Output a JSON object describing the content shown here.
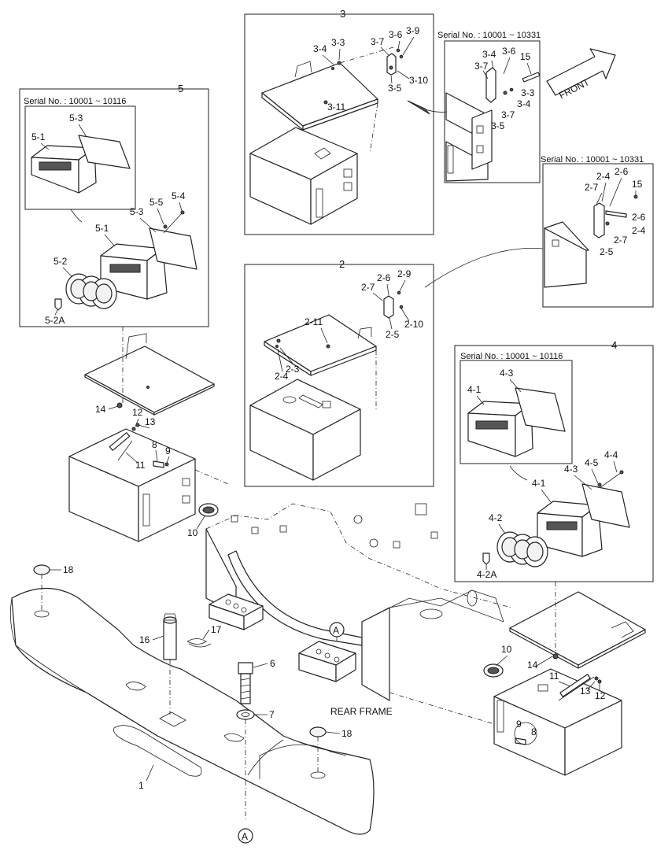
{
  "sections": {
    "s3": "3",
    "s5": "5",
    "s2": "2",
    "s4": "4"
  },
  "serials": {
    "box5": "Serial No. : 10001 ~ 10116",
    "box3": "Serial No. : 10001 ~ 10331",
    "box2": "Serial No. : 10001 ~ 10331",
    "box4": "Serial No. : 10001 ~ 10116"
  },
  "front_label": "FRONT",
  "rear_frame_label": "REAR FRAME",
  "ref_mark": "A",
  "callouts": {
    "c3_4a": "3-4",
    "c3_3a": "3-3",
    "c3_7a": "3-7",
    "c3_6a": "3-6",
    "c3_9": "3-9",
    "c3_10": "3-10",
    "c3_5a": "3-5",
    "c3_11": "3-11",
    "c3_4b": "3-4",
    "c3_6b": "3-6",
    "c3_7b": "3-7",
    "c15a": "15",
    "c3_3b": "3-3",
    "c3_4c": "3-4",
    "c3_7c": "3-7",
    "c3_5b": "3-5",
    "c2_4a": "2-4",
    "c2_6a": "2-6",
    "c2_7a": "2-7",
    "c15b": "15",
    "c2_6b": "2-6",
    "c2_4b": "2-4",
    "c2_7b": "2-7",
    "c2_5a": "2-5",
    "c5_3a": "5-3",
    "c5_1a": "5-1",
    "c5_3b": "5-3",
    "c5_5": "5-5",
    "c5_4": "5-4",
    "c5_1b": "5-1",
    "c5_2": "5-2",
    "c5_2A": "5-2A",
    "c2_6c": "2-6",
    "c2_9": "2-9",
    "c2_7c": "2-7",
    "c2_11": "2-11",
    "c2_10": "2-10",
    "c2_5b": "2-5",
    "c2_3": "2-3",
    "c2_4c": "2-4",
    "c4_3a": "4-3",
    "c4_1a": "4-1",
    "c4_3b": "4-3",
    "c4_5": "4-5",
    "c4_4": "4-4",
    "c4_1b": "4-1",
    "c4_2": "4-2",
    "c4_2A": "4-2A",
    "c14a": "14",
    "c12a": "12",
    "c13a": "13",
    "c8a": "8",
    "c9a": "9",
    "c11a": "11",
    "c10a": "10",
    "c18a": "18",
    "c16": "16",
    "c17": "17",
    "c6": "6",
    "c7": "7",
    "c18b": "18",
    "c1": "1",
    "c10b": "10",
    "c14b": "14",
    "c11b": "11",
    "c13b": "13",
    "c12b": "12",
    "c9b": "9",
    "c8b": "8"
  }
}
